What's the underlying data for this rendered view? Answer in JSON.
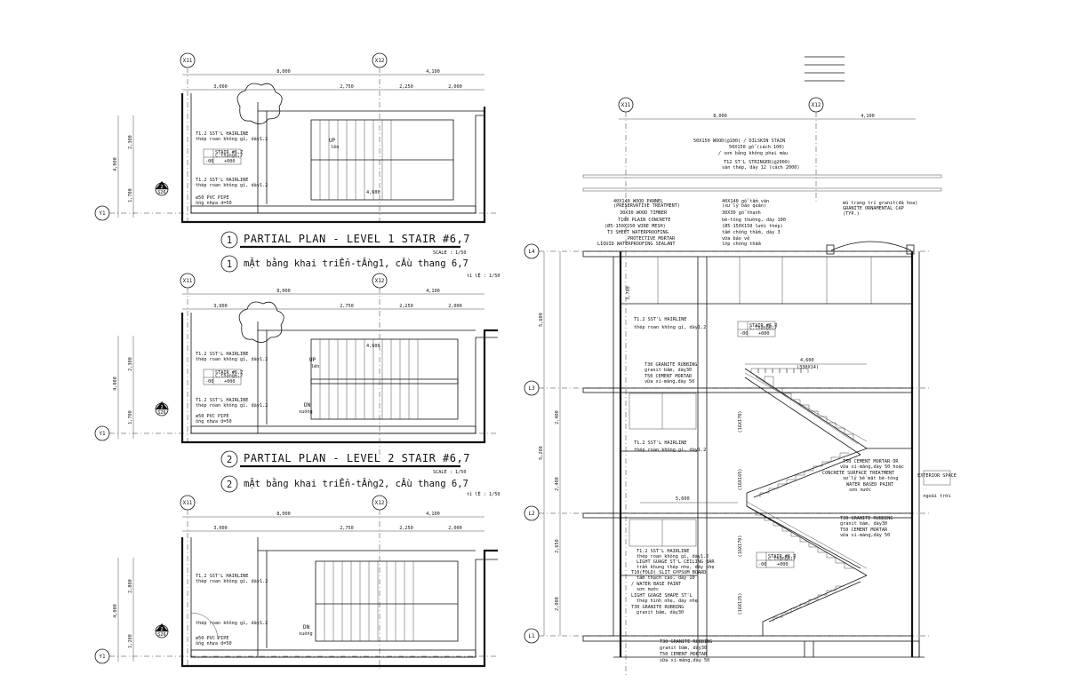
{
  "grid": {
    "x11": "X11",
    "x12": "X12",
    "y1": "Y1",
    "l1": "L1",
    "l2": "L2",
    "l3": "L3",
    "l4": "L4"
  },
  "plan1": {
    "num": "1",
    "title": "PARTIAL PLAN - LEVEL 1 STAIR #6,7",
    "scale": "SCALE : 1/50",
    "title_vn": "mẶt bằng khai triỂn-tẦng1, cẦu thang 6,7",
    "scale_vn": "tỉ lỆ : 1/50",
    "dim_total": "8,000",
    "dim_right": "4,100",
    "dims_sub": [
      "3,000",
      "2,750",
      "2,250",
      "2,000"
    ],
    "dims_side": [
      "4,000",
      "2,300",
      "1,700"
    ],
    "note1": "T1.2 SST'L HAIRLINE",
    "note1_vn": "thép roan không gỉ, dày1.2",
    "note2": "T1.2 SST'L HAIRLINE",
    "note2_vn": "thép roan không gỉ, dày1.2",
    "note3": "ø50 PVC PIPE",
    "note3_vn": "ống nhựa d=50",
    "stair_tag": "STAIR #6,7",
    "stair_tag_vn": "c.thang6,7",
    "tag_code": "-00",
    "tag_level": "+000",
    "section_mark": "2",
    "section_sheet": "S26",
    "up": "UP",
    "up_vn": "lên",
    "stair_dim": "4,600"
  },
  "plan2": {
    "num": "2",
    "title": "PARTIAL PLAN - LEVEL 2 STAIR #6,7",
    "scale": "SCALE : 1/50",
    "title_vn": "mẶt bằng khai triỂn-tẦng2, cẦu thang 6,7",
    "scale_vn": "tỉ lỆ : 1/50",
    "dim_total": "8,000",
    "dim_right": "4,100",
    "dims_sub": [
      "3,000",
      "2,750",
      "2,250",
      "2,000"
    ],
    "dims_side": [
      "4,000",
      "2,300",
      "1,700"
    ],
    "note1": "T1.2 SST'L HAIRLINE",
    "note1_vn": "thép roan không gỉ, dày1.2",
    "note2": "T1.2 SST'L HAIRLINE",
    "note2_vn": "thép roan không gỉ, dày1.2",
    "note3": "ø50 PVC PIPE",
    "note3_vn": "ống nhựa d=50",
    "stair_tag": "STAIR #6,7",
    "stair_tag_vn": "c.thang6,7",
    "tag_code": "-00",
    "tag_level": "+000",
    "section_mark": "2",
    "section_sheet": "S26",
    "up": "UP",
    "up_vn": "lên",
    "dn": "DN",
    "dn_vn": "xuống",
    "stair_dim": "4,600"
  },
  "plan3": {
    "dim_total": "8,000",
    "dim_right": "4,100",
    "dims_sub": [
      "3,000",
      "2,750",
      "2,250",
      "2,000"
    ],
    "dims_side": [
      "4,000",
      "2,800",
      "1,200"
    ],
    "note1": "T1.2 SST'L HAIRLINE",
    "note1_vn": "thép roan không gỉ, dày1.2",
    "note2_vn": "thép roan không gỉ, dày1.2",
    "note3": "ø50 PVC PIPE",
    "note3_vn": "ống nhựa d=50",
    "section_mark": "2",
    "section_sheet": "S26",
    "dn": "DN",
    "dn_vn": "xuống"
  },
  "section": {
    "dim_total": "8,000",
    "dim_right": "4,100",
    "roof_notes": [
      "50X150 WOOD(@100) / DILSKIN STAIN",
      "50X150 gỗ (cách 100)",
      "/ sơn bằng không phai màu",
      "T12 ST'L STRINGER(@2000)",
      "sàn thép, dày 12 (cách 2000)"
    ],
    "layer_notes": [
      "40X140 WOOD PANNEL",
      "(PRESERVATIVE TREATMENT)",
      "30X30 WOOD TIMBER",
      "T100 PLAIN CONCRETE",
      "(Ø5-150X150 WIRE MESH)",
      "T3 SHEET WATERPROOFING",
      "PROTECTIVE MORTAR",
      "LIQUID WATERPROOFING SEALANT"
    ],
    "layer_notes_vn": [
      "40X140 gỗ tấm ván",
      "(xử lý bảo quản)",
      "30X30 gỗ thanh",
      "bê-tông thường, dày 100",
      "(Ø5-150X150 lưới thép)",
      "tấm chống thấm, dày 3",
      "vữa bảo vệ",
      "lớp chống thấm"
    ],
    "cap_note": "GRANITE ORNAMENTAL CAP",
    "cap_note_vn": "mũ trang trí granit(đá hoa)",
    "cap_type": "(TYP.)",
    "height_main": "5,600",
    "heights": [
      "3,700",
      "2,400",
      "5,200",
      "2,400",
      "2,650",
      "2,000"
    ],
    "level_labels": [
      "L4",
      "L3",
      "L2",
      "L1"
    ],
    "span": "5,600",
    "stair_dim": "4,600",
    "stair_dim_sub": "(330X14)",
    "riser_dims": [
      "(16X170)",
      "(16X165)",
      "(16X170)",
      "(16X125)"
    ],
    "hairline_note": "T1.2 SST'L HAIRLINE",
    "hairline_note_vn": "thép roan không gỉ, dày1.2",
    "granite_note": "T30 GRANITE RUBBING",
    "granite_note_vn": "granit băm, dày30",
    "mortar_note": "T50 CEMENT MORTAR",
    "mortar_note_vn": "vữa xi-măng,dày 50",
    "exterior": "EXTERIOR SPACE",
    "exterior_vn": "ngoài trời",
    "paint_notes": [
      "T50 CEMENT MORTAR OR",
      "vữa xi-măng,dày 50 hoặc",
      "CONCRETE SURFACE TREATMENT",
      "xử lý bề mặt bê-tông",
      "WATER BASED PAINT",
      "sơn nước"
    ],
    "right_granite": [
      "T30 GRANITE RUBBING",
      "granit băm, dày30",
      "T50 CEMENT MORTAR",
      "vữa xi-măng,dày 50"
    ],
    "lower_notes": [
      "T1.2 SST'L HAIRLINE",
      "thép roan không gỉ, dày1.2",
      "LIGHT GUAGE ST'L CEILING BAR",
      "trần khung thép nhẹ, dày nhẹ",
      "T10(FOLD) SLIT GYPSUM BOARD",
      "tấm thạch cao, dày 10",
      "/ WATER BASE PAINT",
      "sơn nước",
      "LIGHT GUAGE SHAPE ST'L",
      "thép hình nhẹ, dày nhẹ",
      "T30 GRANITE RUBBING",
      "granit băm, dày30"
    ],
    "bottom_notes": [
      "T30 GRANITE RUBBING",
      "granit băm, dày30",
      "T50 CEMENT MORTAR",
      "vữa xi-măng,dày 50"
    ],
    "stair_tag": "STAIR #6,7",
    "stair_tag_vn": "c.thang6,7",
    "tag_code": "-00",
    "tag_level": "+000"
  }
}
